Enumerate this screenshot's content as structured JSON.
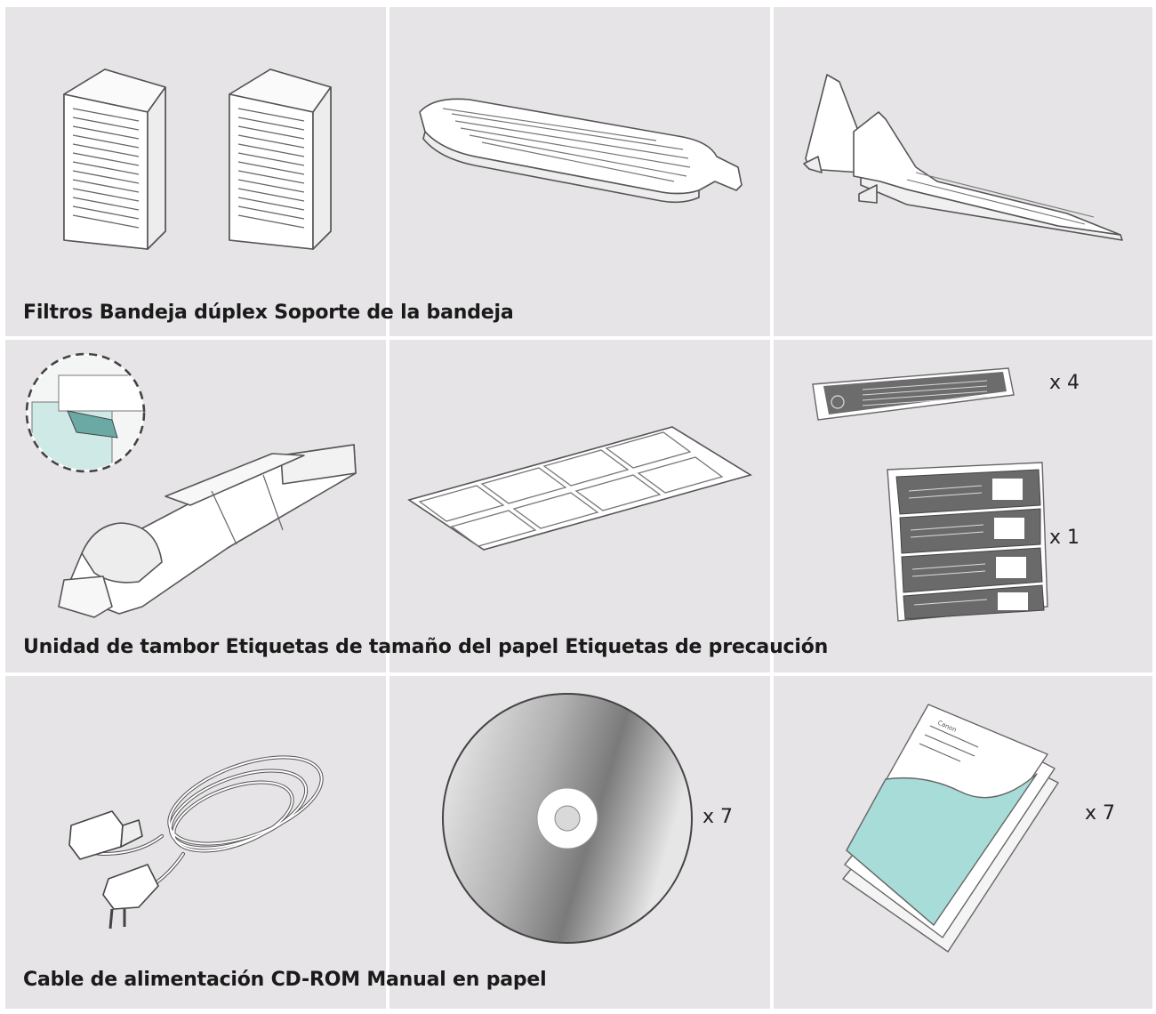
{
  "rows": [
    {
      "label": "Filtros Bandeja dúplex Soporte de la bandeja"
    },
    {
      "label": "Unidad de tambor Etiquetas de tamaño del papel Etiquetas de precaución"
    },
    {
      "label": "Cable de alimentación CD-ROM Manual en papel"
    }
  ],
  "items": [
    {
      "icon": "filters-icon"
    },
    {
      "icon": "duplex-tray-icon"
    },
    {
      "icon": "tray-support-icon"
    },
    {
      "icon": "drum-unit-icon"
    },
    {
      "icon": "paper-size-labels-icon"
    },
    {
      "icon": "caution-labels-icon",
      "quantities": [
        "x 4",
        "x 1"
      ]
    },
    {
      "icon": "power-cable-icon"
    },
    {
      "icon": "cd-rom-icon",
      "quantity": "x 7"
    },
    {
      "icon": "paper-manual-icon",
      "quantity": "x 7"
    }
  ],
  "colors": {
    "panel": "#e6e4e6",
    "divider": "#ffffff",
    "manual_accent": "#a8dcd8"
  }
}
